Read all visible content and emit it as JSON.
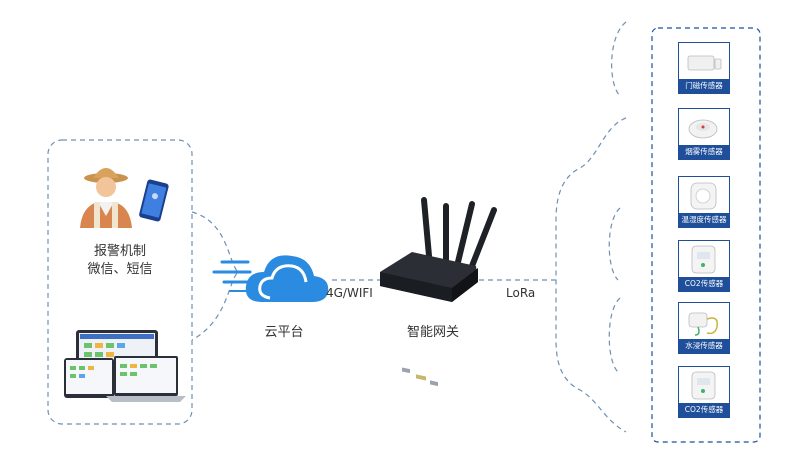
{
  "alarm": {
    "title": "报警机制",
    "subtitle": "微信、短信"
  },
  "cloud": {
    "label": "云平台",
    "link_label": "4G/WIFI"
  },
  "gateway": {
    "label": "智能网关",
    "link_label": "LoRa"
  },
  "sensors": [
    {
      "label": "门磁传感器",
      "icon": "door-sensor-icon"
    },
    {
      "label": "烟雾传感器",
      "icon": "smoke-sensor-icon"
    },
    {
      "label": "温湿度传感器",
      "icon": "temp-humidity-sensor-icon"
    },
    {
      "label": "CO2传感器",
      "icon": "co2-sensor-icon"
    },
    {
      "label": "水浸传感器",
      "icon": "water-leak-sensor-icon"
    },
    {
      "label": "CO2传感器",
      "icon": "co2-sensor-icon"
    }
  ],
  "colors": {
    "border": "#1f4f9a",
    "dash": "#6f8fb4",
    "cloud": "#2a8be0",
    "text": "#333333"
  }
}
